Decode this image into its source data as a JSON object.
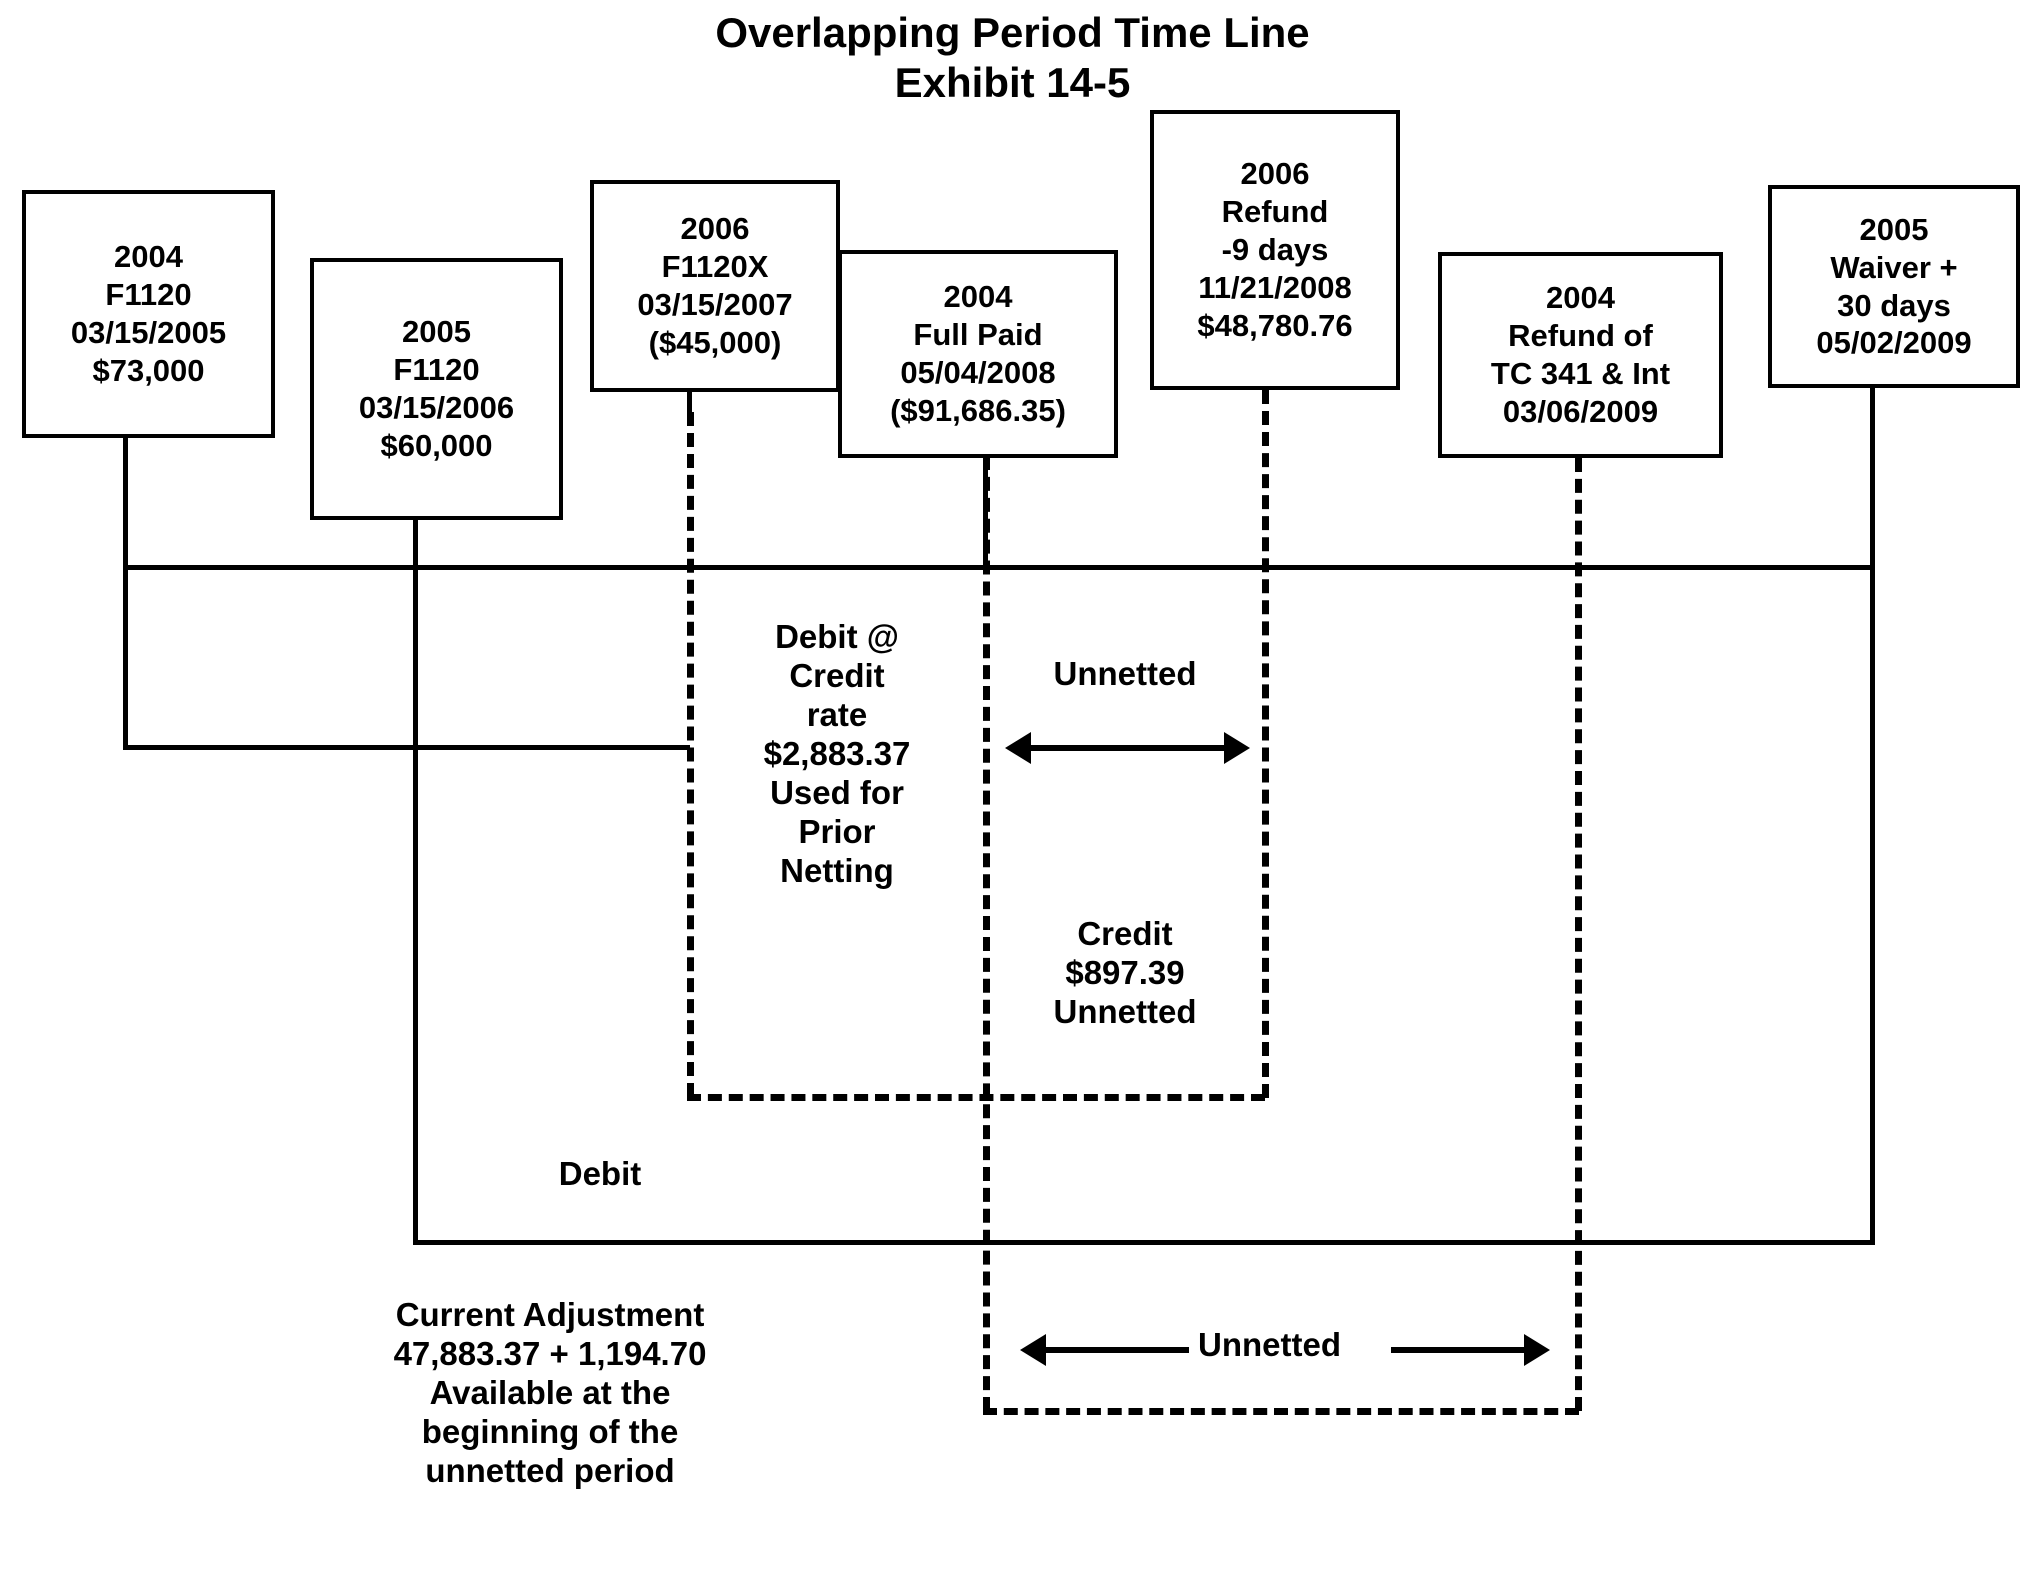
{
  "title": {
    "line1": "Overlapping Period Time Line",
    "line2": "Exhibit 14-5"
  },
  "colors": {
    "ink": "#000000",
    "background": "#ffffff"
  },
  "nodes": [
    {
      "id": "node-2004-f1120",
      "lines": [
        "2004",
        "F1120",
        "03/15/2005",
        "$73,000"
      ]
    },
    {
      "id": "node-2005-f1120",
      "lines": [
        "2005",
        "F1120",
        "03/15/2006",
        "$60,000"
      ]
    },
    {
      "id": "node-2006-f1120x",
      "lines": [
        "2006",
        "F1120X",
        "03/15/2007",
        "($45,000)"
      ]
    },
    {
      "id": "node-2004-full-paid",
      "lines": [
        "2004",
        "Full Paid",
        "05/04/2008",
        "($91,686.35)"
      ]
    },
    {
      "id": "node-2006-refund",
      "lines": [
        "2006",
        "Refund",
        "-9 days",
        "11/21/2008",
        "$48,780.76"
      ]
    },
    {
      "id": "node-2004-refund-tc341",
      "lines": [
        "2004",
        "Refund of",
        "TC 341 & Int",
        "03/06/2009"
      ]
    },
    {
      "id": "node-2005-waiver",
      "lines": [
        "2005",
        "Waiver +",
        "30 days",
        "05/02/2009"
      ]
    }
  ],
  "labels": {
    "debit_credit_rate": [
      "Debit @",
      "Credit",
      "rate",
      "$2,883.37",
      "Used for",
      "Prior",
      "Netting"
    ],
    "unnetted_top": "Unnetted",
    "credit_unnetted": [
      "Credit",
      "$897.39",
      "Unnetted"
    ],
    "debit": "Debit",
    "current_adjustment": [
      "Current Adjustment",
      "47,883.37 + 1,194.70",
      "Available at the",
      "beginning of the",
      "unnetted period"
    ],
    "unnetted_bottom": "Unnetted"
  }
}
